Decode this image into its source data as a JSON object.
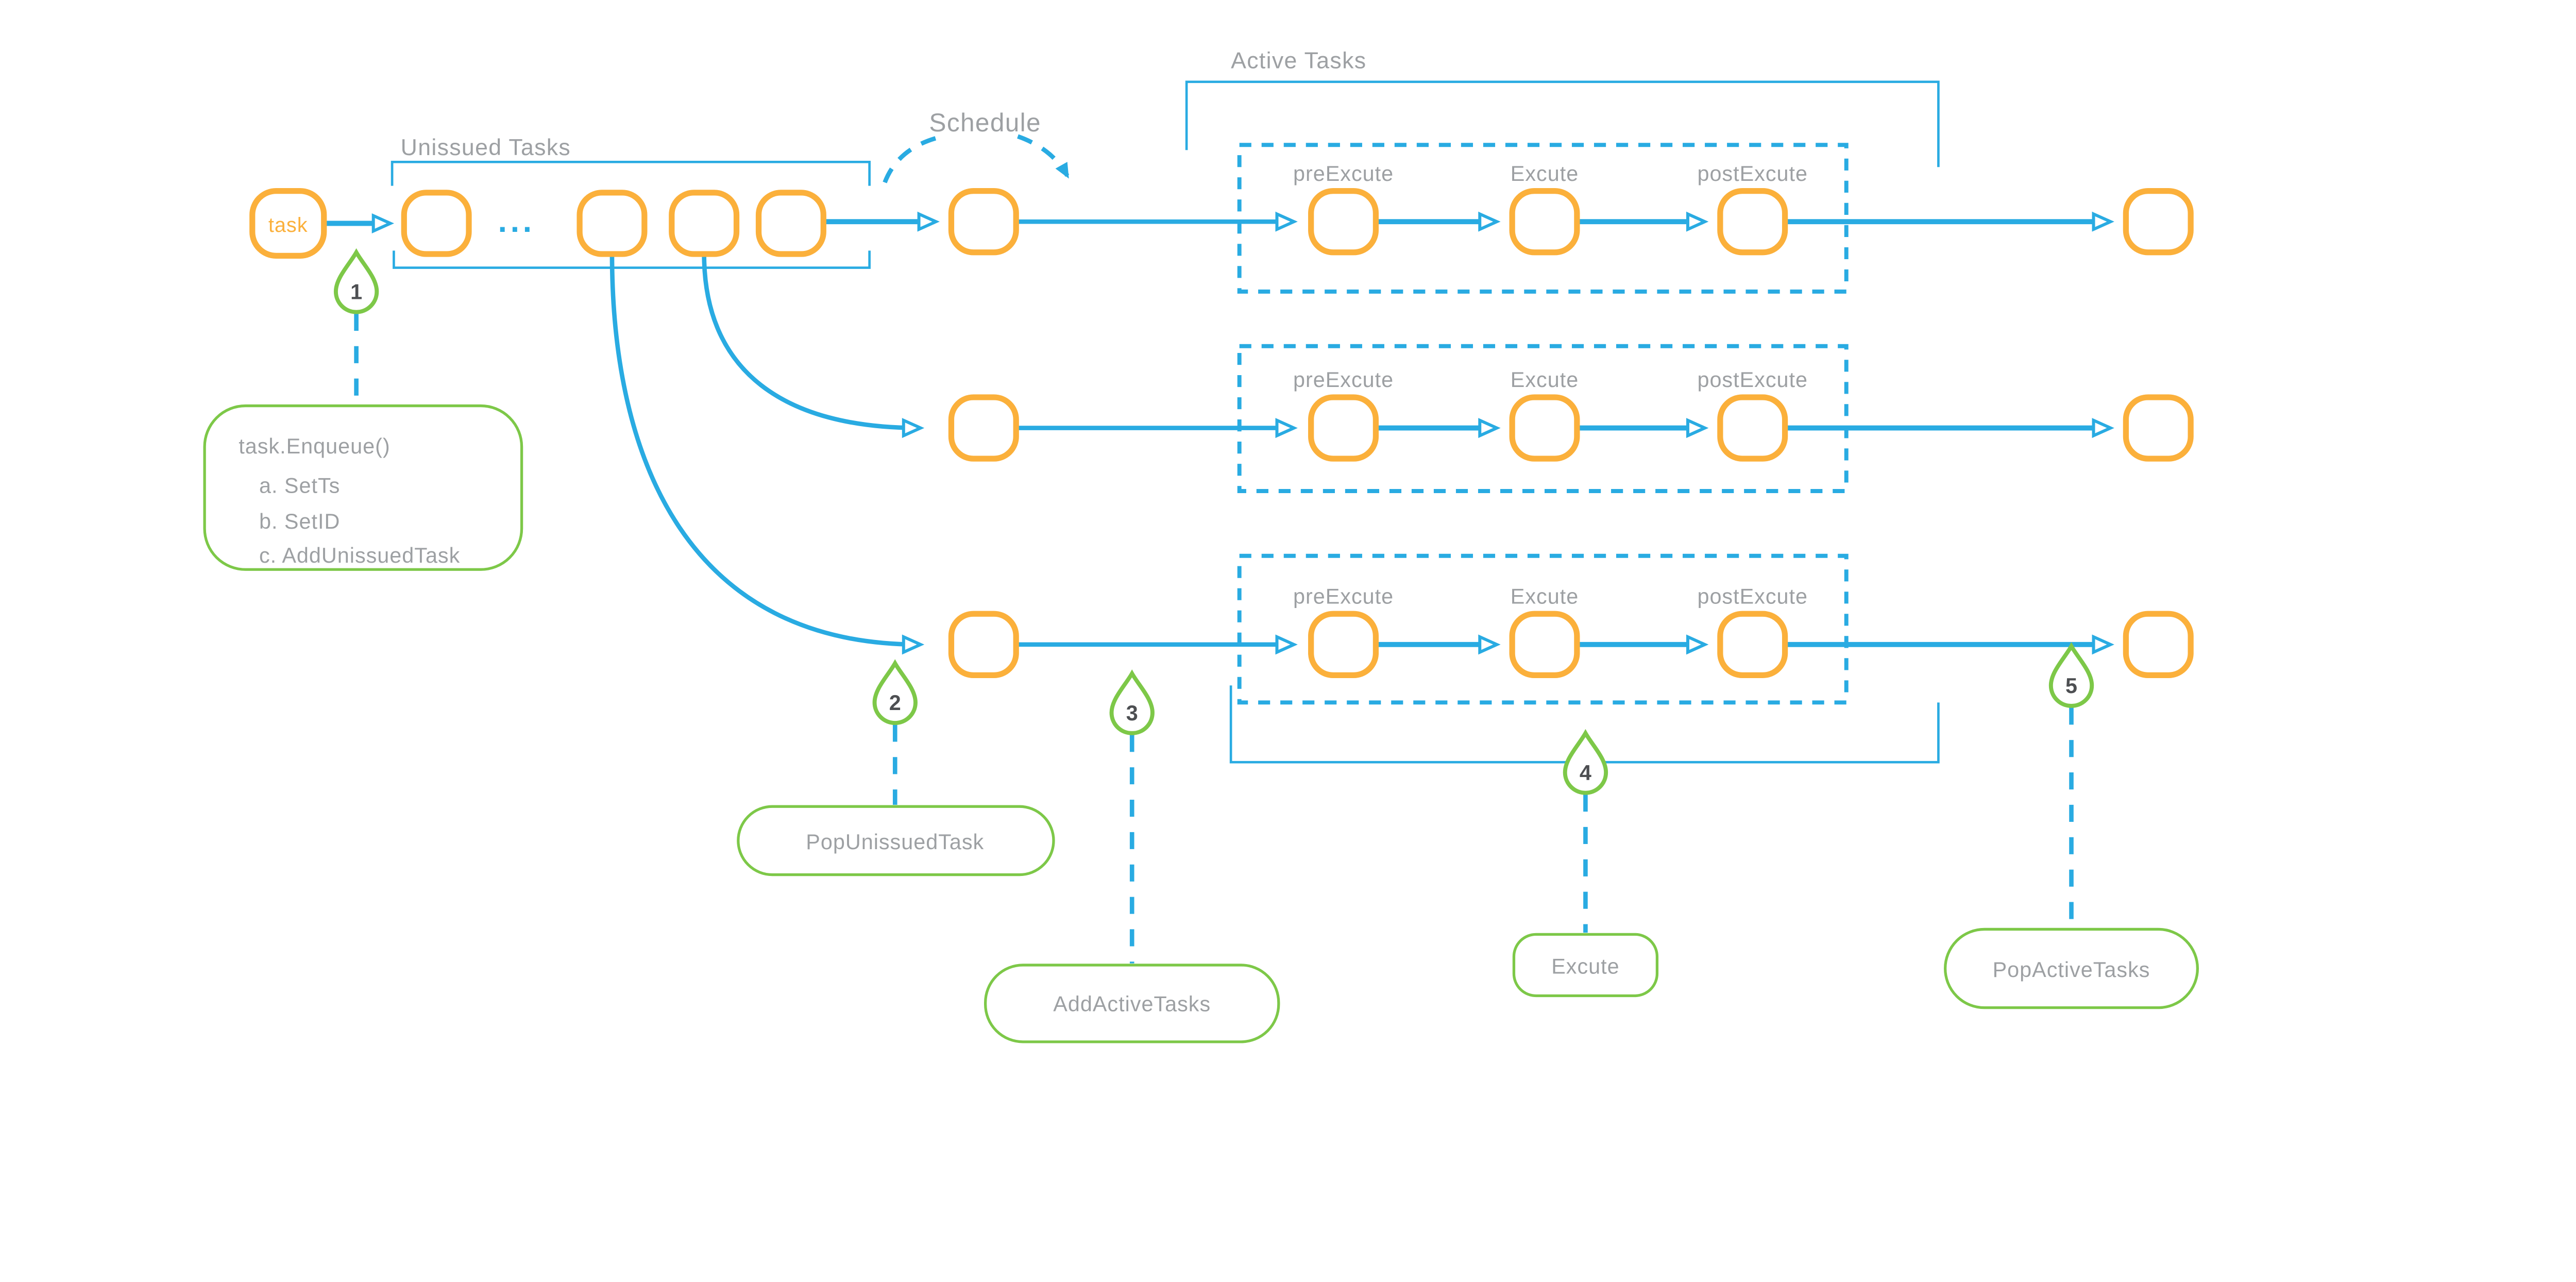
{
  "colors": {
    "accent_blue": "#29ABE2",
    "node_orange": "#FBB03B",
    "marker_green": "#7DC848",
    "label_gray": "#9DA0A3",
    "number_gray": "#4D4F52"
  },
  "sections": {
    "unissued_tasks": "Unissued Tasks",
    "schedule": "Schedule",
    "active_tasks": "Active Tasks"
  },
  "task_node_label": "task",
  "queue_ellipsis": "...",
  "stage_labels": {
    "pre": "preExcute",
    "exec": "Excute",
    "post": "postExcute"
  },
  "steps": [
    {
      "number": "1",
      "label_lines": [
        "task.Enqueue()",
        "a. SetTs",
        "b. SetID",
        "c. AddUnissuedTask"
      ]
    },
    {
      "number": "2",
      "label": "PopUnissuedTask"
    },
    {
      "number": "3",
      "label": "AddActiveTasks"
    },
    {
      "number": "4",
      "label": "Excute"
    },
    {
      "number": "5",
      "label": "PopActiveTasks"
    }
  ]
}
